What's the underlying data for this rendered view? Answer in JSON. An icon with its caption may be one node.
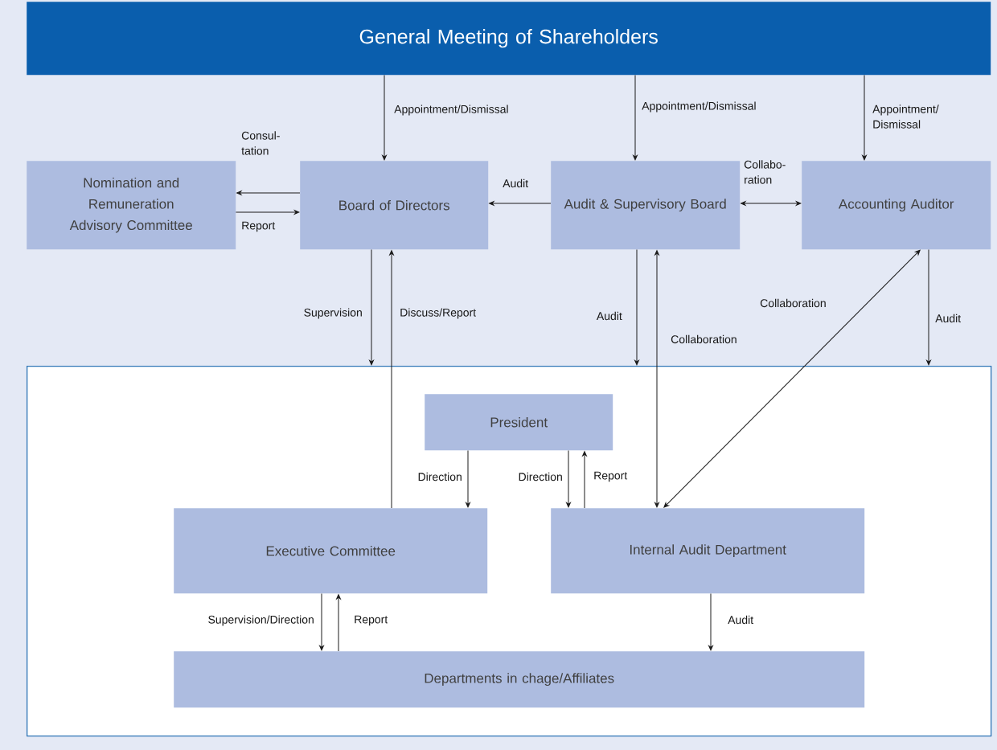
{
  "diagram": {
    "nodes": [
      {
        "text": [
          "General Meeting of Shareholders"
        ]
      },
      {
        "text": [
          "Nomination and Remuneration Advisory Committee"
        ]
      },
      {
        "text": [
          "Board of Directors"
        ]
      },
      {
        "text": [
          "Audit & Supervisory Board"
        ]
      },
      {
        "text": [
          "Accounting Auditor"
        ]
      },
      {
        "text": [],
        "shape": "box"
      },
      {
        "text": [
          "President"
        ],
        "in": 5
      },
      {
        "text": [
          "Executive Committee"
        ],
        "in": 5
      },
      {
        "text": [
          "Internal Audit Department"
        ],
        "in": 5
      },
      {
        "text": [
          "Departments in chage/Affiliates"
        ],
        "in": 5
      }
    ],
    "edges": [
      {
        "from": 0,
        "to": 2,
        "arrow": "to",
        "label": "Appointment/Dismissal"
      },
      {
        "from": 0,
        "to": 3,
        "arrow": "to",
        "label": "Appointment/Dismissal"
      },
      {
        "from": 0,
        "to": 4,
        "arrow": "to",
        "label": "Appointment/ Dismissal"
      },
      {
        "from": 2,
        "to": 1,
        "arrow": "to",
        "label": "Consul- tation"
      },
      {
        "from": 1,
        "to": 2,
        "arrow": "to",
        "label": "Report"
      },
      {
        "from": 3,
        "to": 2,
        "arrow": "to",
        "label": "Audit"
      },
      {
        "from": 3,
        "to": 4,
        "arrow": "both",
        "label": "Collabo- ration"
      },
      {
        "from": 2,
        "to": 5,
        "arrow": "to",
        "label": "Supervision"
      },
      {
        "from": 7,
        "to": 2,
        "arrow": "to",
        "label": "Discuss/Report"
      },
      {
        "from": 3,
        "to": 5,
        "arrow": "to",
        "label": "Audit"
      },
      {
        "from": 3,
        "to": 8,
        "arrow": "both",
        "label": "Collaboration"
      },
      {
        "from": 4,
        "to": 8,
        "arrow": "both",
        "label": "Collaboration"
      },
      {
        "from": 4,
        "to": 5,
        "arrow": "to",
        "label": "Audit"
      },
      {
        "from": 6,
        "to": 7,
        "arrow": "to",
        "label": "Direction"
      },
      {
        "from": 6,
        "to": 8,
        "arrow": "to",
        "label": "Direction"
      },
      {
        "from": 8,
        "to": 6,
        "arrow": "to",
        "label": "Report"
      },
      {
        "from": 7,
        "to": 9,
        "arrow": "to",
        "label": "Supervision/Direction"
      },
      {
        "from": 9,
        "to": 7,
        "arrow": "to",
        "label": "Report"
      },
      {
        "from": 8,
        "to": 9,
        "arrow": "to",
        "label": "Audit"
      }
    ]
  }
}
